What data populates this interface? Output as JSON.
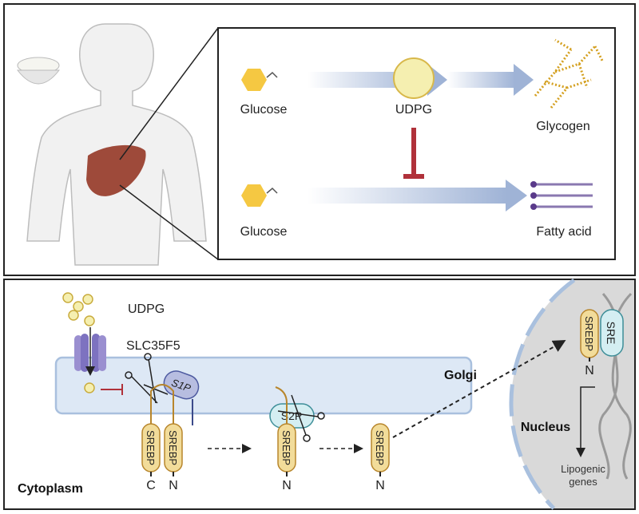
{
  "top_panel": {
    "glucose_1": "Glucose",
    "udpg": "UDPG",
    "glycogen": "Glycogen",
    "glucose_2": "Glucose",
    "fatty_acid": "Fatty acid"
  },
  "bottom_panel": {
    "udpg": "UDPG",
    "transporter": "SLC35F5",
    "golgi": "Golgi",
    "s1p": "S1P",
    "s2p": "S2P",
    "srebp": "SREBP",
    "sre": "SRE",
    "c_term": "C",
    "n_term": "N",
    "cytoplasm": "Cytoplasm",
    "nucleus": "Nucleus",
    "lipogenic_1": "Lipogenic",
    "lipogenic_2": "genes"
  },
  "colors": {
    "glucose": "#f5c842",
    "udpg": "#f5efb0",
    "arrow": "#9fb3d6",
    "inhibit": "#b0313a",
    "golgi": "#dde8f5",
    "srebp": "#f2dc9a",
    "nucleus": "#d9d9d9"
  }
}
